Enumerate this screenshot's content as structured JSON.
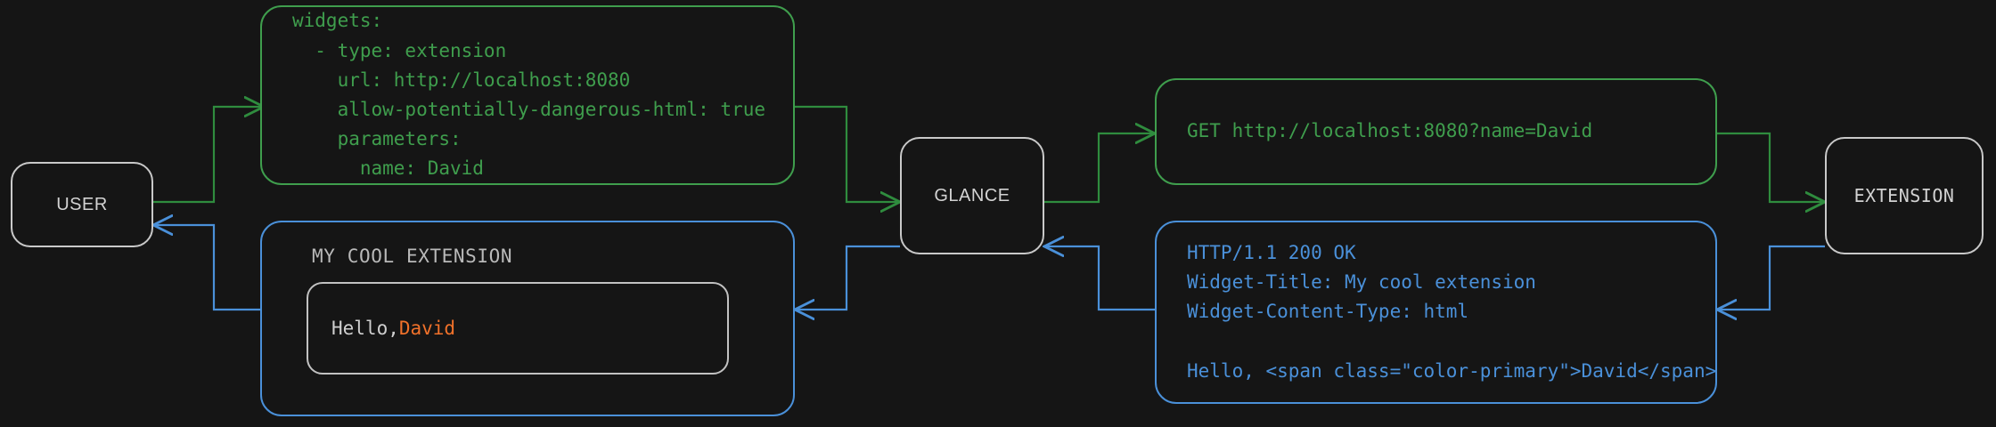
{
  "theme": {
    "background": "#151515",
    "node_border": "#c9c9c9",
    "node_text": "#d2d2d2",
    "request_green": "#3f9e4d",
    "response_blue": "#4a90d9",
    "accent_orange": "#f0712a",
    "widget_border": "#c2c2c2"
  },
  "nodes": {
    "user": {
      "label": "USER"
    },
    "glance": {
      "label": "GLANCE"
    },
    "extension": {
      "label": "EXTENSION"
    }
  },
  "panels": {
    "config": {
      "color": "#3f9e4d",
      "lines": [
        "widgets:",
        "  - type: extension",
        "    url: http://localhost:8080",
        "    allow-potentially-dangerous-html: true",
        "    parameters:",
        "      name: David"
      ],
      "text": "widgets:\n  - type: extension\n    url: http://localhost:8080\n    allow-potentially-dangerous-html: true\n    parameters:\n      name: David"
    },
    "request": {
      "color": "#3f9e4d",
      "lines": [
        "GET http://localhost:8080?name=David"
      ],
      "text": "GET http://localhost:8080?name=David"
    },
    "response": {
      "color": "#4a90d9",
      "lines": [
        "HTTP/1.1 200 OK",
        "Widget-Title: My cool extension",
        "Widget-Content-Type: html",
        "",
        "Hello, <span class=\"color-primary\">David</span>"
      ],
      "text": "HTTP/1.1 200 OK\nWidget-Title: My cool extension\nWidget-Content-Type: html\n\nHello, <span class=\"color-primary\">David</span>"
    },
    "widget_preview": {
      "color": "#4a90d9",
      "title": "MY COOL EXTENSION",
      "greeting": "Hello, ",
      "name": "David"
    }
  },
  "connectors": [
    {
      "name": "user-to-config",
      "color": "#3f9e4d",
      "direction": "right",
      "label": ""
    },
    {
      "name": "config-to-glance",
      "color": "#3f9e4d",
      "direction": "right",
      "label": ""
    },
    {
      "name": "glance-to-request",
      "color": "#3f9e4d",
      "direction": "right",
      "label": ""
    },
    {
      "name": "request-to-extension",
      "color": "#3f9e4d",
      "direction": "right",
      "label": ""
    },
    {
      "name": "extension-to-response",
      "color": "#4a90d9",
      "direction": "left",
      "label": ""
    },
    {
      "name": "response-to-glance",
      "color": "#4a90d9",
      "direction": "left",
      "label": ""
    },
    {
      "name": "glance-to-widget",
      "color": "#4a90d9",
      "direction": "left",
      "label": ""
    },
    {
      "name": "widget-to-user",
      "color": "#4a90d9",
      "direction": "left",
      "label": ""
    }
  ]
}
